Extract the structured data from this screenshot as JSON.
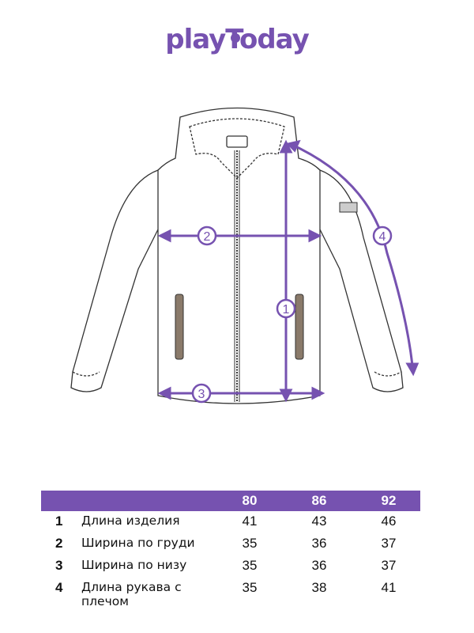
{
  "brand": {
    "logo_text": "playToday"
  },
  "colors": {
    "accent": "#7652b0",
    "line": "#333333"
  },
  "diagram": {
    "markers": [
      "1",
      "2",
      "3",
      "4"
    ]
  },
  "table": {
    "sizes": [
      "80",
      "86",
      "92"
    ],
    "rows": [
      {
        "num": "1",
        "label": "Длина изделия",
        "values": [
          "41",
          "43",
          "46"
        ]
      },
      {
        "num": "2",
        "label": "Ширина по груди",
        "values": [
          "35",
          "36",
          "37"
        ]
      },
      {
        "num": "3",
        "label": "Ширина по низу",
        "values": [
          "35",
          "36",
          "37"
        ]
      },
      {
        "num": "4",
        "label": "Длина рукава с плечом",
        "values": [
          "35",
          "38",
          "41"
        ]
      }
    ]
  }
}
